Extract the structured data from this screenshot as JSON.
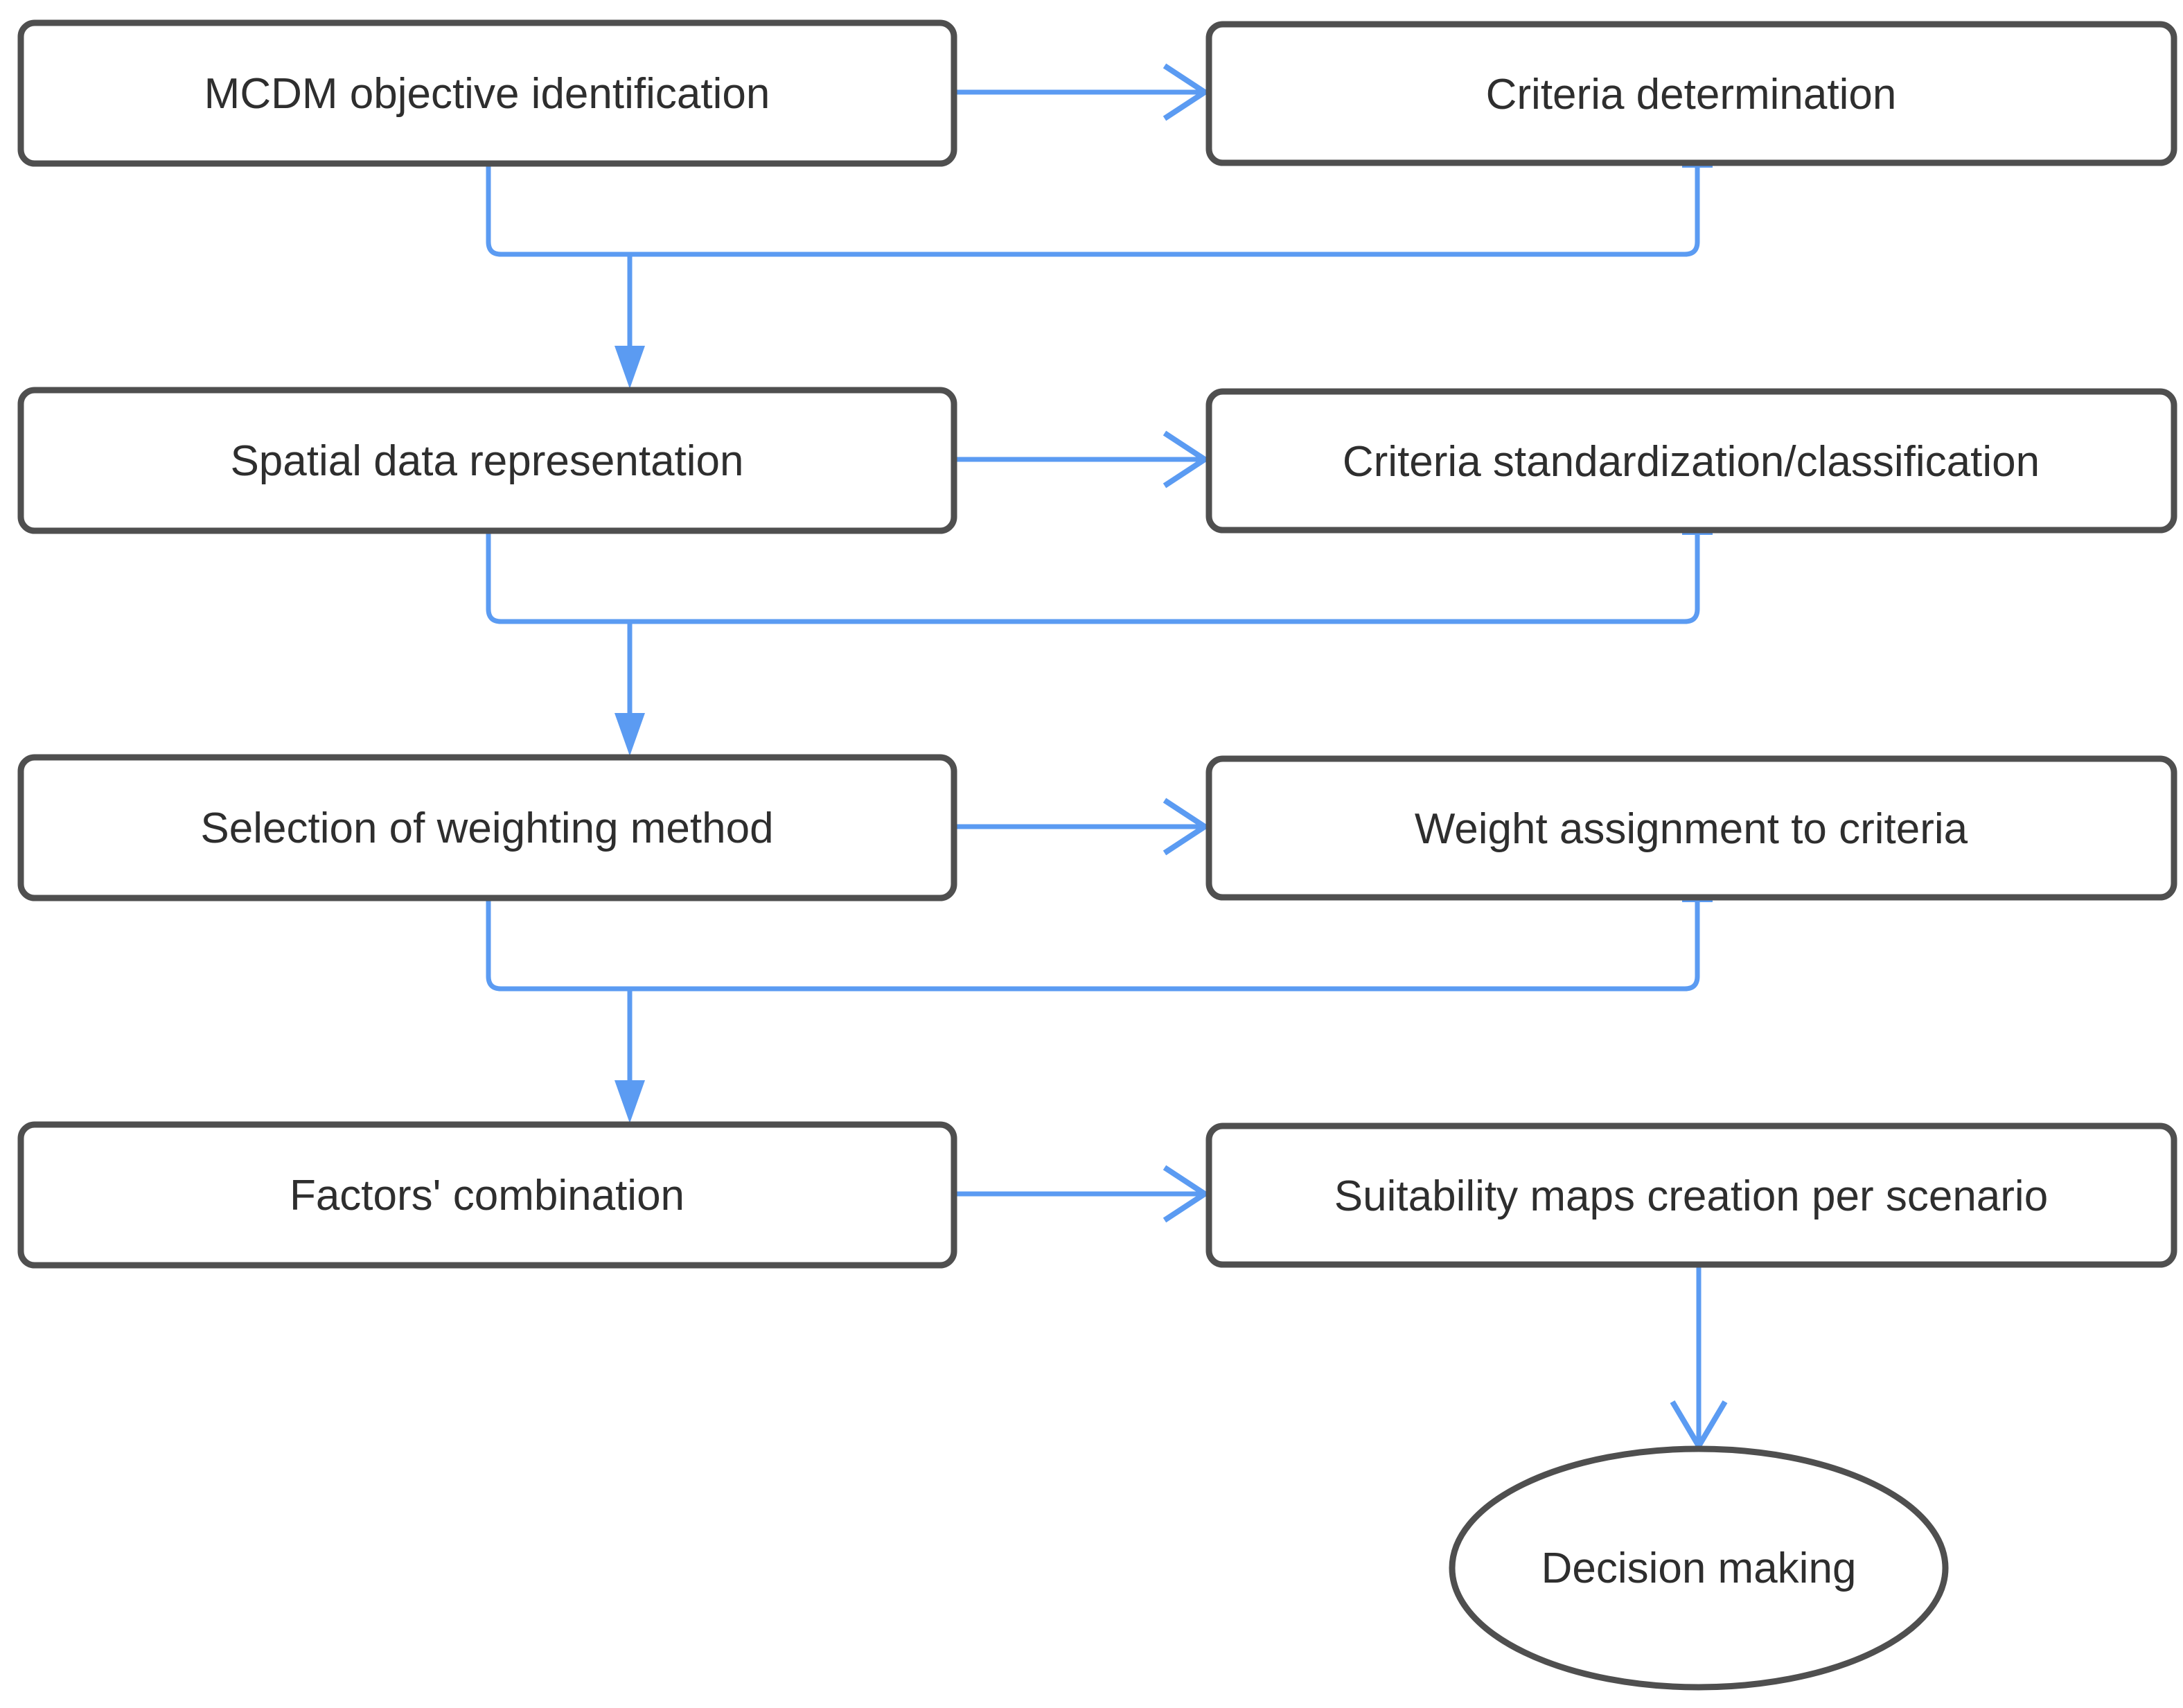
{
  "diagram": {
    "type": "flowchart",
    "nodes": {
      "l1": {
        "label": "MCDM objective identification",
        "shape": "rounded-rectangle"
      },
      "r1": {
        "label": "Criteria determination",
        "shape": "rounded-rectangle"
      },
      "l2": {
        "label": "Spatial data representation",
        "shape": "rounded-rectangle"
      },
      "r2": {
        "label": "Criteria standardization/classification",
        "shape": "rounded-rectangle"
      },
      "l3": {
        "label": "Selection of weighting method",
        "shape": "rounded-rectangle"
      },
      "r3": {
        "label": "Weight assignment to criteria",
        "shape": "rounded-rectangle"
      },
      "l4": {
        "label": "Factors' combination",
        "shape": "rounded-rectangle"
      },
      "r4": {
        "label": "Suitability maps creation per scenario",
        "shape": "rounded-rectangle"
      },
      "end": {
        "label": "Decision making",
        "shape": "ellipse"
      }
    },
    "edges": [
      {
        "from": "l1",
        "to": "r1",
        "style": "horizontal-open-arrow"
      },
      {
        "from": "l2",
        "to": "r2",
        "style": "horizontal-open-arrow"
      },
      {
        "from": "l3",
        "to": "r3",
        "style": "horizontal-open-arrow"
      },
      {
        "from": "l4",
        "to": "r4",
        "style": "horizontal-open-arrow"
      },
      {
        "from": "l1+r1",
        "to": "l2",
        "style": "merged-orthogonal-filled-arrow"
      },
      {
        "from": "l2+r2",
        "to": "l3",
        "style": "merged-orthogonal-filled-arrow"
      },
      {
        "from": "l3+r3",
        "to": "l4",
        "style": "merged-orthogonal-filled-arrow"
      },
      {
        "from": "r4",
        "to": "end",
        "style": "vertical-open-arrow"
      }
    ],
    "colors": {
      "border": "#4f4f4f",
      "arrow": "#5b9bf2",
      "text": "#2e2e2e",
      "fill": "#ffffff",
      "bg": "#ffffff"
    }
  }
}
